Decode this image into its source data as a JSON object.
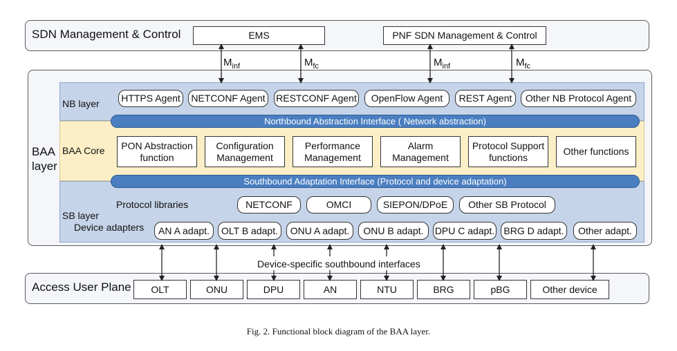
{
  "sdn": {
    "label": "SDN Management & Control",
    "ems": "EMS",
    "pnf": "PNF SDN Management & Control",
    "interfaces": [
      {
        "main": "M",
        "sub": "inf"
      },
      {
        "main": "M",
        "sub": "fc"
      },
      {
        "main": "M",
        "sub": "inf"
      },
      {
        "main": "M",
        "sub": "fc"
      }
    ]
  },
  "baa": {
    "label_line1": "BAA",
    "label_line2": "layer",
    "nb": {
      "label": "NB layer",
      "agents": [
        "HTTPS Agent",
        "NETCONF Agent",
        "RESTCONF Agent",
        "OpenFlow Agent",
        "REST Agent",
        "Other NB Protocol  Agent"
      ],
      "interface": "Northbound  Abstraction Interface ( Network abstraction)"
    },
    "core": {
      "label": "BAA Core",
      "functions": [
        {
          "l1": "PON Abstraction",
          "l2": "function"
        },
        {
          "l1": "Configuration",
          "l2": "Management"
        },
        {
          "l1": "Performance",
          "l2": "Management"
        },
        {
          "l1": "Alarm",
          "l2": "Management"
        },
        {
          "l1": "Protocol Support",
          "l2": "functions"
        },
        {
          "l1": "Other functions",
          "l2": ""
        }
      ],
      "interface": "Southbound  Adaptation Interface (Protocol and device adaptation)"
    },
    "sb": {
      "label": "SB layer",
      "protocol_label": "Protocol libraries",
      "protocols": [
        "NETCONF",
        "OMCI",
        "SIEPON/DPoE",
        "Other SB Protocol"
      ],
      "adapters_label": "Device adapters",
      "adapters": [
        "AN A adapt.",
        "OLT B adapt.",
        "ONU A adapt.",
        "ONU B adapt.",
        "DPU C adapt.",
        "BRG D adapt.",
        "Other adapt."
      ]
    }
  },
  "southbound_label": "Device-specific southbound interfaces",
  "access": {
    "label": "Access User Plane",
    "devices": [
      "OLT",
      "ONU",
      "DPU",
      "AN",
      "NTU",
      "BRG",
      "pBG",
      "Other device"
    ]
  },
  "caption": "Fig. 2. Functional block diagram of the BAA layer.",
  "colors": {
    "nb_band": "#c6d4e9",
    "core_band": "#fcefc7",
    "sb_band": "#c6d4e9",
    "interface_bar": "#4a7ec0"
  }
}
